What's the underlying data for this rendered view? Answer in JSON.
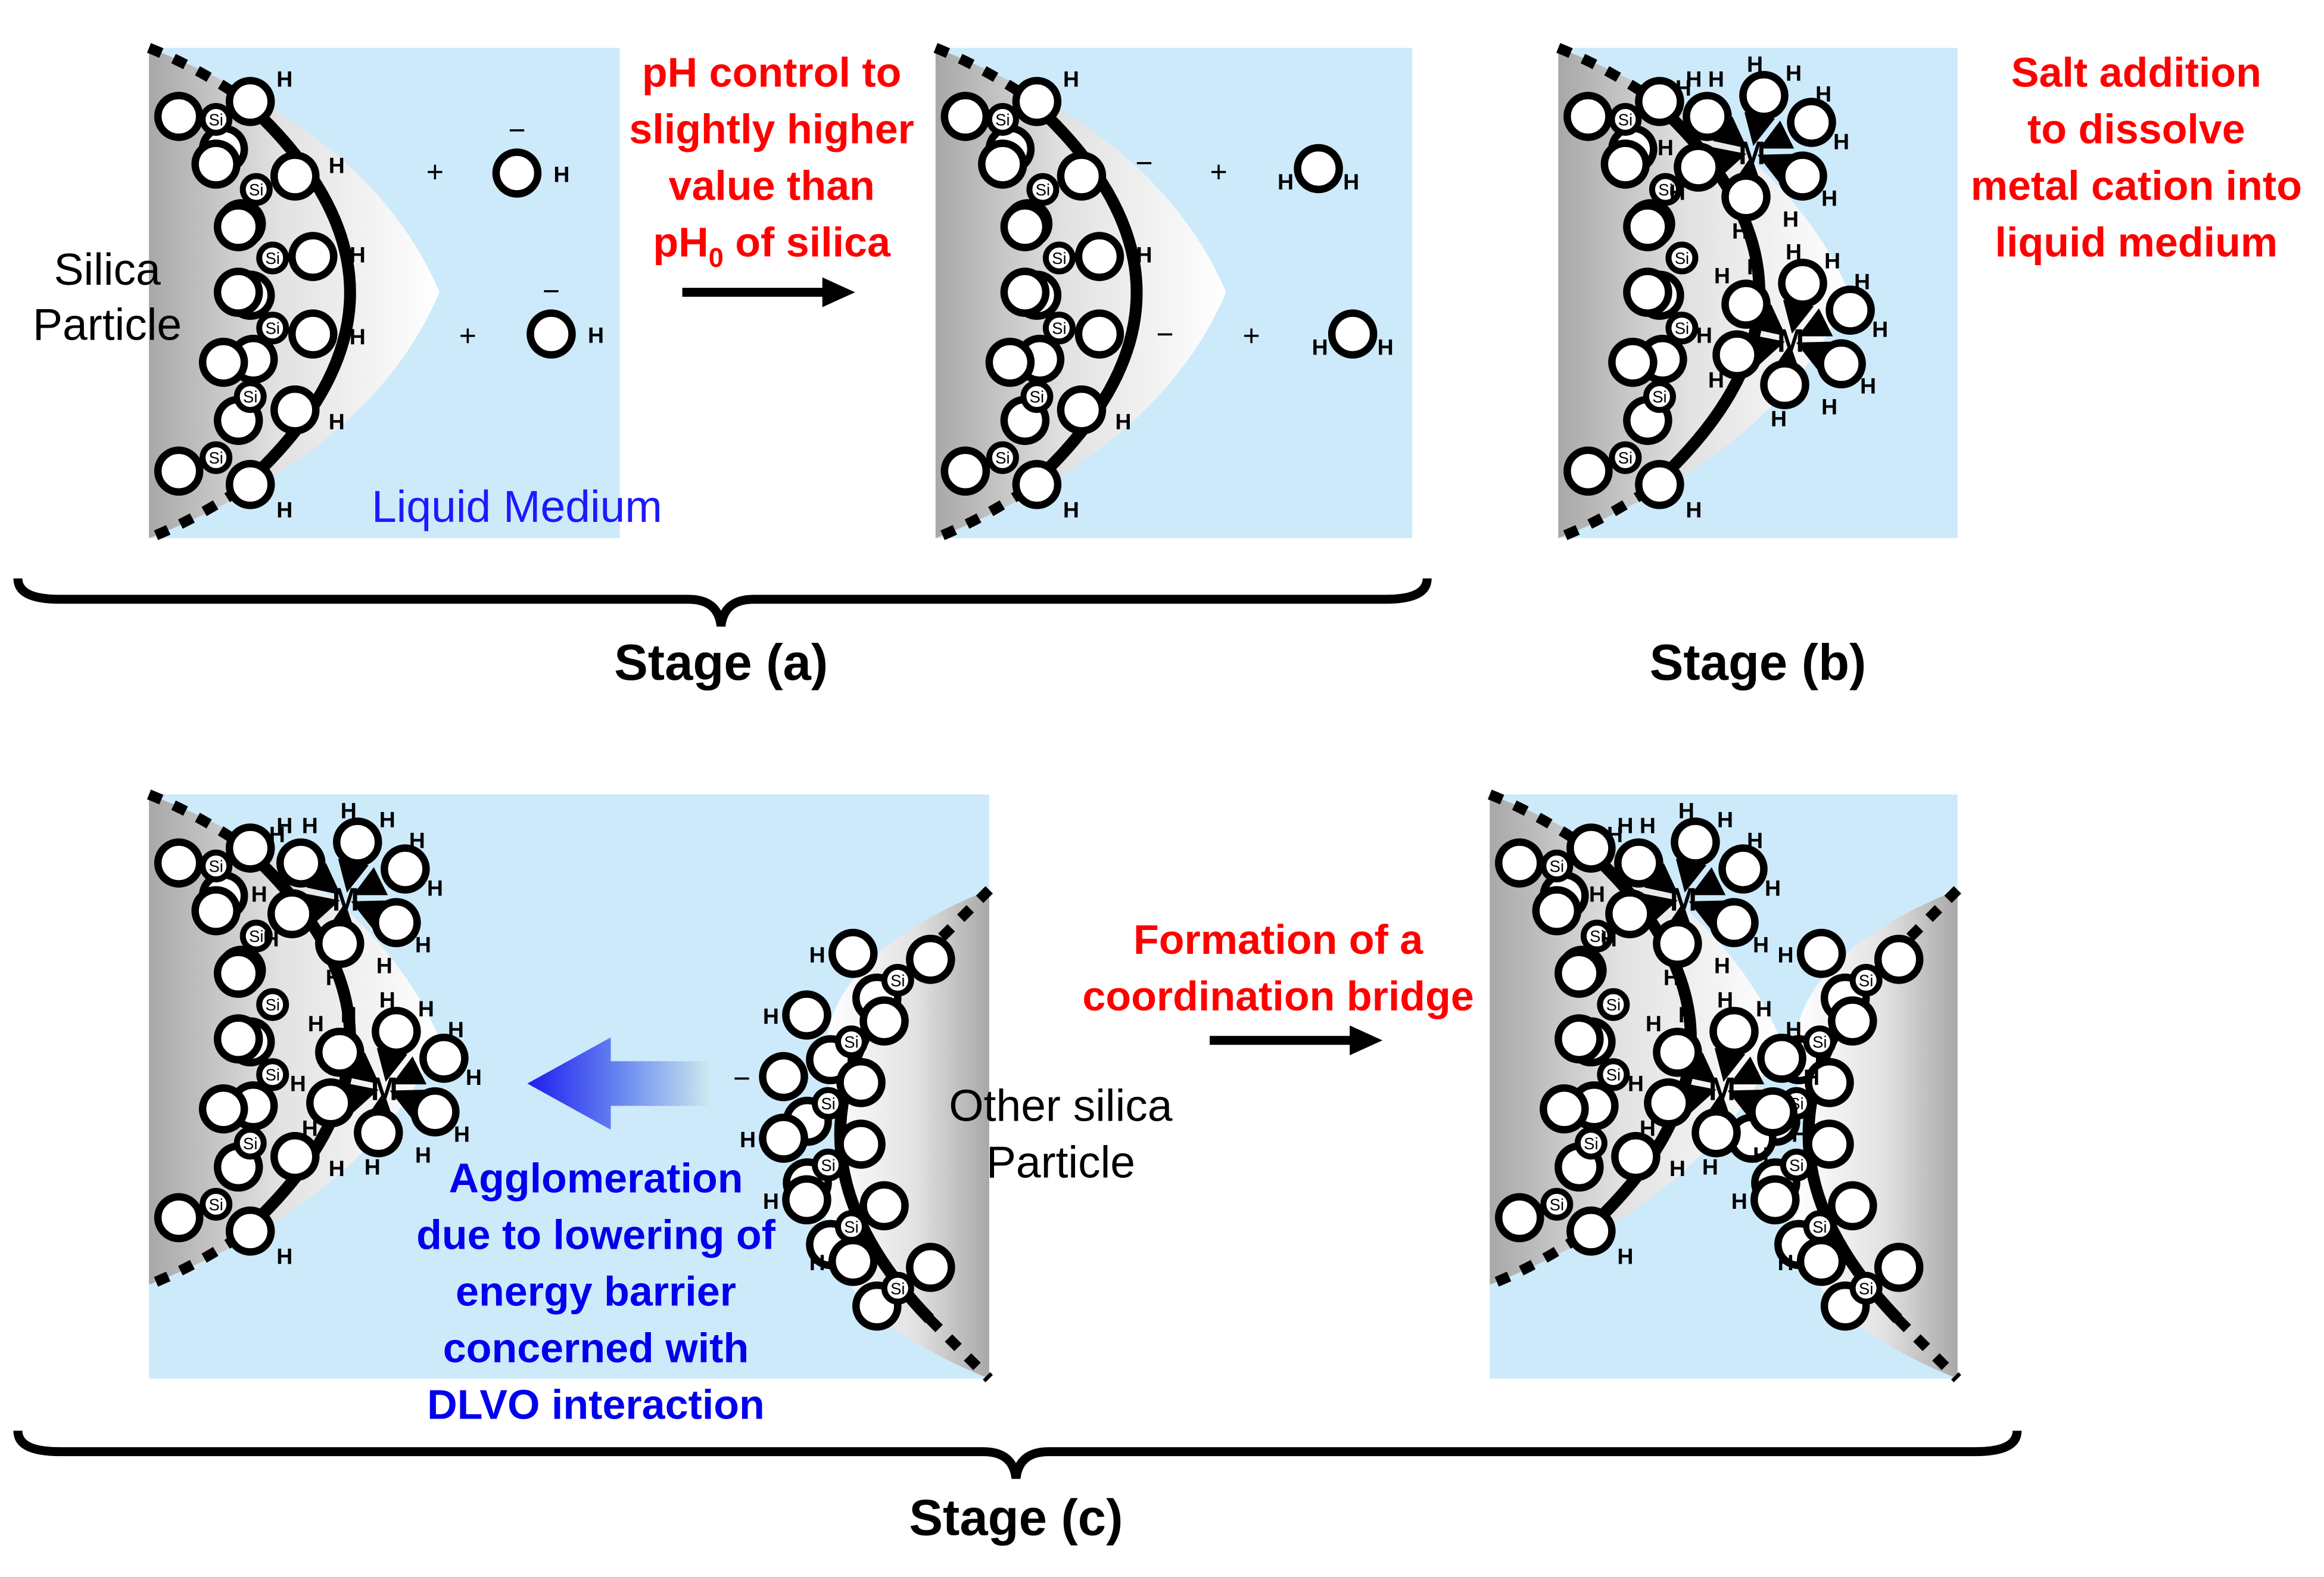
{
  "labels": {
    "silica_particle": [
      "Silica",
      "Particle"
    ],
    "liquid_medium": "Liquid Medium",
    "other_silica": [
      "Other silica",
      "Particle"
    ],
    "h": "H",
    "si": "Si",
    "m": "M",
    "minus": "−",
    "plus": "+"
  },
  "annotations": {
    "ph_control": {
      "lines": [
        "pH control to",
        "slightly higher",
        "value than"
      ],
      "last_prefix": "pH",
      "last_subscript": "0",
      "last_suffix": " of silica"
    },
    "salt_addition": [
      "Salt addition",
      "to dissolve",
      "metal cation into",
      "liquid medium"
    ],
    "bridge": [
      "Formation of a",
      "coordination bridge"
    ],
    "agglomeration": [
      "Agglomeration",
      "due to lowering of",
      "energy barrier",
      "concerned with",
      "DLVO interaction"
    ]
  },
  "stages": {
    "a": "Stage (a)",
    "b": "Stage (b)",
    "c": "Stage (c)"
  },
  "colors": {
    "panel": "#cdeafb",
    "annotation_red": "#ff0000",
    "annotation_blue": "#0000ee",
    "liquid_label": "#1a1aff",
    "arrow_blue": "#1c1cf0"
  }
}
